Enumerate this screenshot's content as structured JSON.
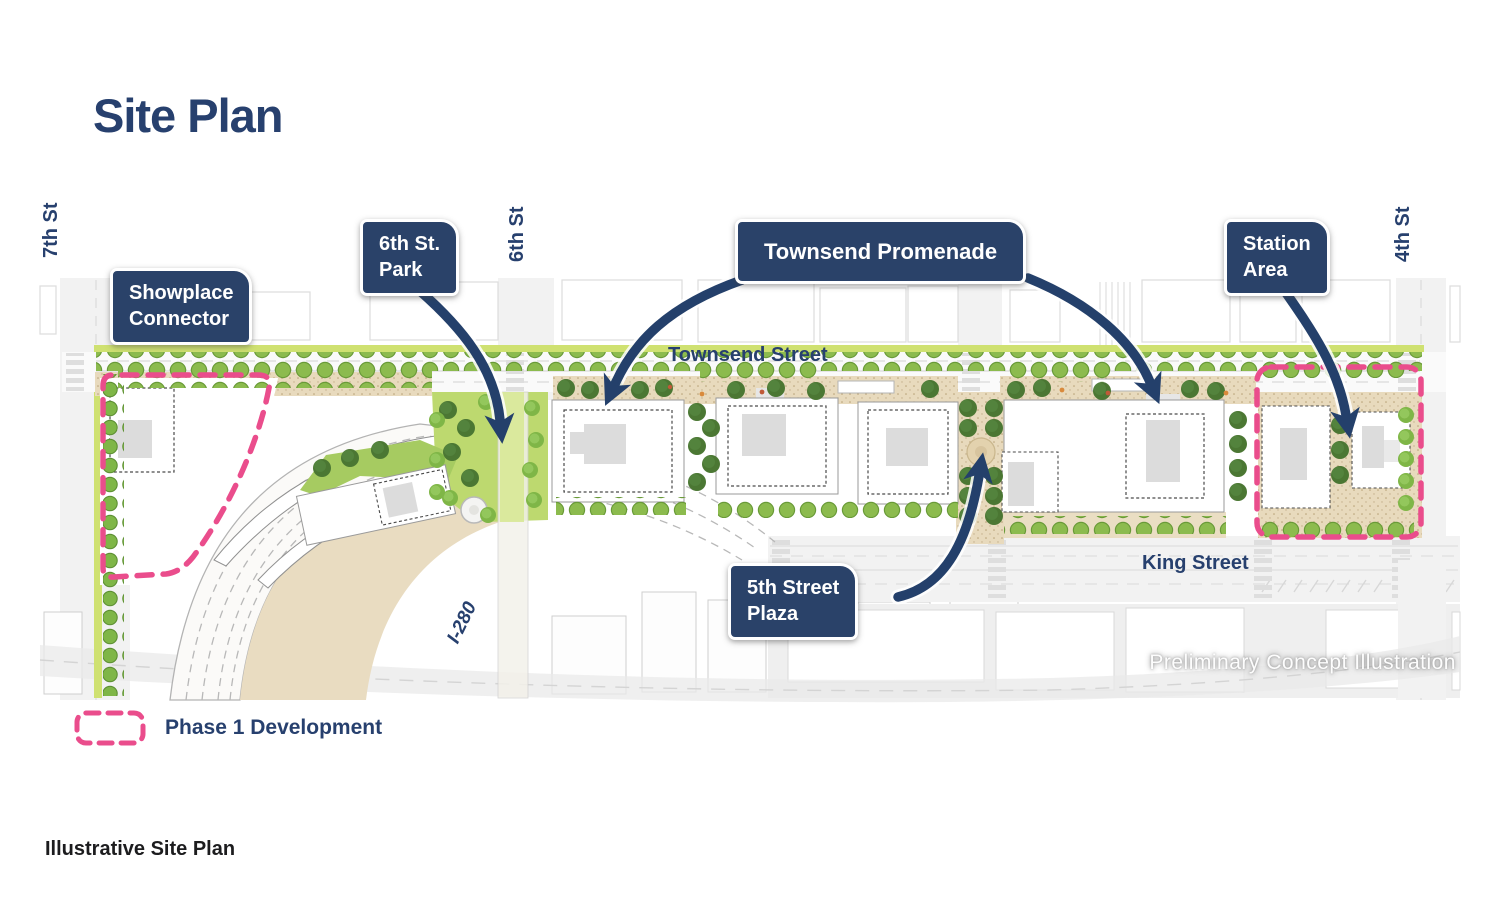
{
  "title": "Site Plan",
  "caption": "Illustrative Site Plan",
  "watermark": "Preliminary Concept Illustration",
  "legend": {
    "phase1": "Phase 1 Development"
  },
  "streets": {
    "seventh": "7th St",
    "sixth": "6th St",
    "fourth": "4th St",
    "townsend": "Townsend Street",
    "king": "King Street",
    "i280": "I-280"
  },
  "callouts": {
    "showplace": "Showplace\nConnector",
    "sixth_park": "6th St.\nPark",
    "promenade": "Townsend Promenade",
    "station": "Station\nArea",
    "fifth_plaza": "5th Street\nPlaza"
  },
  "colors": {
    "navy": "#27406e",
    "pink": "#ea4d8c",
    "callout_bg": "#2a4269",
    "green_strip": "#cfe171",
    "park_green": "#bdd96f",
    "tan": "#e8dabd"
  }
}
